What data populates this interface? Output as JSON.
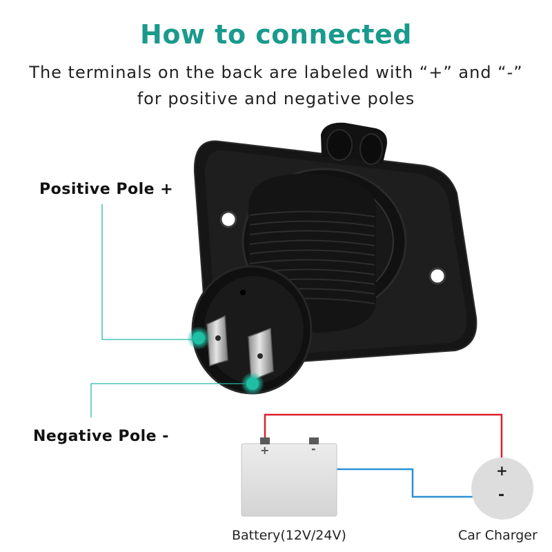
{
  "heading": {
    "title": "How to connected",
    "subtitle_line1": "The terminals on the back are labeled with “+” and “-”",
    "subtitle_line2": "for positive and negative poles"
  },
  "labels": {
    "positive_pole": "Positive Pole +",
    "negative_pole": "Negative Pole -"
  },
  "diagram": {
    "battery_plus": "+",
    "battery_minus": "-",
    "charger_plus": "+",
    "charger_minus": "-",
    "battery_caption": "Battery(12V/24V)",
    "charger_caption": "Car Charger"
  },
  "colors": {
    "accent": "#1a9a8c",
    "positive_wire": "#d9202a",
    "negative_wire": "#2a8fd6"
  }
}
